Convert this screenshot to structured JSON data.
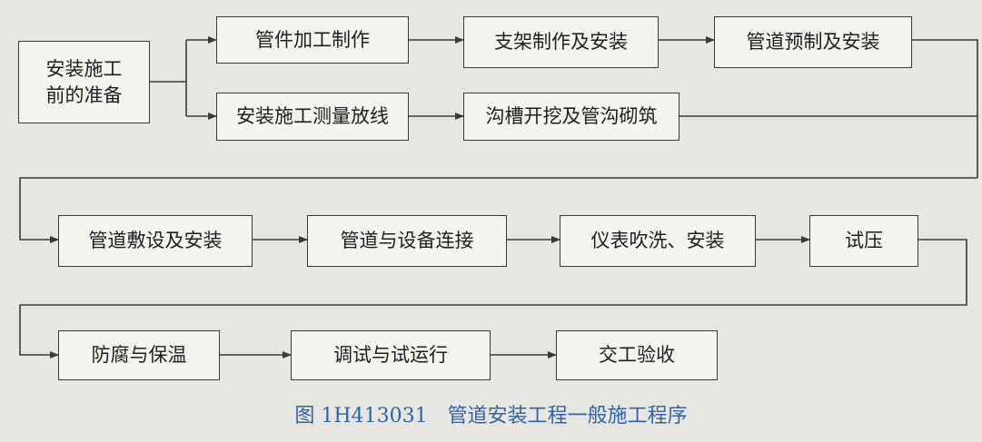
{
  "diagram": {
    "nodes": {
      "prep": "安装施工\n前的准备",
      "pipe_fab": "管件加工制作",
      "survey": "安装施工测量放线",
      "support": "支架制作及安装",
      "trench": "沟槽开挖及管沟砌筑",
      "prefab": "管道预制及安装",
      "laying": "管道敷设及安装",
      "connect": "管道与设备连接",
      "instrument": "仪表吹洗、安装",
      "pressure": "试压",
      "anticorrosion": "防腐与保温",
      "commissioning": "调试与试运行",
      "handover": "交工验收"
    },
    "caption": "图 1H413031　管道安装工程一般施工程序"
  },
  "colors": {
    "line": "#3a3a3a",
    "box_fill": "#f5f4f1",
    "caption": "#2f63a8",
    "background": "#e8e6e2"
  }
}
